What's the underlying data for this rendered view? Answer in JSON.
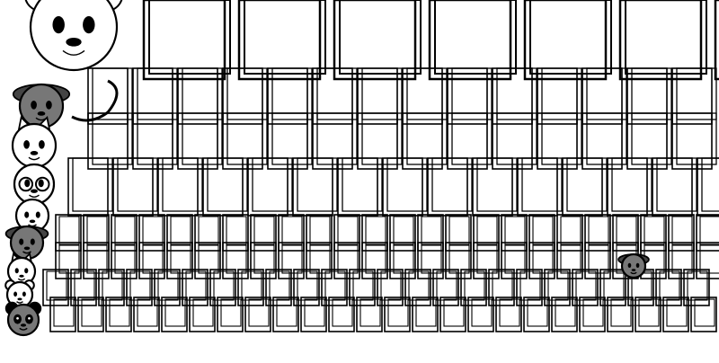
{
  "sheet": {
    "description_visible_text": "",
    "palette": {
      "ink": "#000000",
      "paper": "#ffffff",
      "shade_dark": "#444444",
      "shade_mid": "#777777",
      "shade_light": "#bbbbbb"
    },
    "rows": [
      {
        "name": "row-1",
        "glyph_count": 7,
        "style": "tall-outline"
      },
      {
        "name": "row-2",
        "glyph_count": 14,
        "style": "outline"
      },
      {
        "name": "row-3",
        "glyph_count": 14,
        "style": "outline"
      },
      {
        "name": "row-4",
        "glyph_count": 15,
        "style": "outline"
      },
      {
        "name": "row-5",
        "glyph_count": 24,
        "style": "small-outline"
      },
      {
        "name": "row-6",
        "glyph_count": 24,
        "style": "small-outline"
      },
      {
        "name": "row-7",
        "glyph_count": 24,
        "style": "small-outline"
      },
      {
        "name": "row-8",
        "glyph_count": 24,
        "style": "small-outline"
      }
    ],
    "stray_mascot": {
      "name": "round-mascot-icon",
      "tone": "dark"
    },
    "mascot_column": [
      {
        "name": "bear-mascot-icon",
        "tone": "light"
      },
      {
        "name": "cap-mascot-icon",
        "tone": "dark"
      },
      {
        "name": "cat-mascot-icon",
        "tone": "light"
      },
      {
        "name": "glasses-mascot-icon",
        "tone": "light"
      },
      {
        "name": "ghost-mascot-icon",
        "tone": "light"
      },
      {
        "name": "dog-mascot-icon",
        "tone": "dark"
      },
      {
        "name": "rabbit-mascot-icon",
        "tone": "light"
      },
      {
        "name": "round-mascot-icon",
        "tone": "light"
      },
      {
        "name": "panda-mascot-icon",
        "tone": "dark"
      }
    ]
  }
}
